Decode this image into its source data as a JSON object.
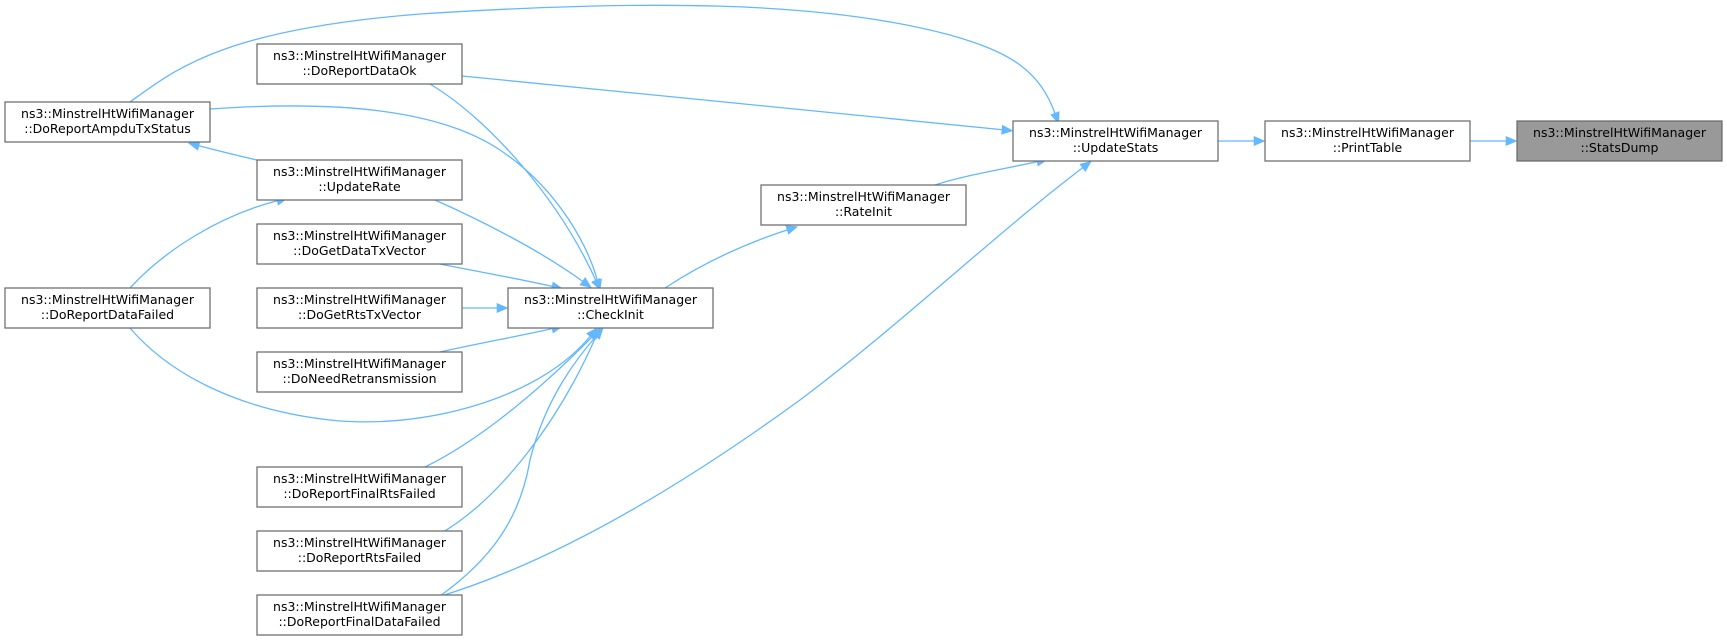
{
  "graph": {
    "nodes": [
      {
        "id": "statsdump",
        "line1": "ns3::MinstrelHtWifiManager",
        "line2": "::StatsDump",
        "highlight": true
      },
      {
        "id": "printtable",
        "line1": "ns3::MinstrelHtWifiManager",
        "line2": "::PrintTable"
      },
      {
        "id": "updatestats",
        "line1": "ns3::MinstrelHtWifiManager",
        "line2": "::UpdateStats"
      },
      {
        "id": "rateinit",
        "line1": "ns3::MinstrelHtWifiManager",
        "line2": "::RateInit"
      },
      {
        "id": "checkinit",
        "line1": "ns3::MinstrelHtWifiManager",
        "line2": "::CheckInit"
      },
      {
        "id": "doreportdataok",
        "line1": "ns3::MinstrelHtWifiManager",
        "line2": "::DoReportDataOk"
      },
      {
        "id": "updaterate",
        "line1": "ns3::MinstrelHtWifiManager",
        "line2": "::UpdateRate"
      },
      {
        "id": "dogetdatatxvector",
        "line1": "ns3::MinstrelHtWifiManager",
        "line2": "::DoGetDataTxVector"
      },
      {
        "id": "dogetrtstxvector",
        "line1": "ns3::MinstrelHtWifiManager",
        "line2": "::DoGetRtsTxVector"
      },
      {
        "id": "doneedretransmission",
        "line1": "ns3::MinstrelHtWifiManager",
        "line2": "::DoNeedRetransmission"
      },
      {
        "id": "doreportfinalrtsfailed",
        "line1": "ns3::MinstrelHtWifiManager",
        "line2": "::DoReportFinalRtsFailed"
      },
      {
        "id": "doreportrtsfailed",
        "line1": "ns3::MinstrelHtWifiManager",
        "line2": "::DoReportRtsFailed"
      },
      {
        "id": "doreportfinaldatafailed",
        "line1": "ns3::MinstrelHtWifiManager",
        "line2": "::DoReportFinalDataFailed"
      },
      {
        "id": "doreportampdutxstatus",
        "line1": "ns3::MinstrelHtWifiManager",
        "line2": "::DoReportAmpduTxStatus"
      },
      {
        "id": "doreportdatafailed",
        "line1": "ns3::MinstrelHtWifiManager",
        "line2": "::DoReportDataFailed"
      }
    ],
    "edges": [
      {
        "from": "printtable",
        "to": "statsdump"
      },
      {
        "from": "updatestats",
        "to": "printtable"
      },
      {
        "from": "rateinit",
        "to": "updatestats"
      },
      {
        "from": "doreportampdutxstatus",
        "to": "updatestats"
      },
      {
        "from": "doreportdataok",
        "to": "updatestats"
      },
      {
        "from": "doreportfinaldatafailed",
        "to": "updatestats"
      },
      {
        "from": "checkinit",
        "to": "rateinit"
      },
      {
        "from": "doreportampdutxstatus",
        "to": "checkinit"
      },
      {
        "from": "doreportdataok",
        "to": "checkinit"
      },
      {
        "from": "updaterate",
        "to": "checkinit"
      },
      {
        "from": "dogetdatatxvector",
        "to": "checkinit"
      },
      {
        "from": "dogetrtstxvector",
        "to": "checkinit"
      },
      {
        "from": "doneedretransmission",
        "to": "checkinit"
      },
      {
        "from": "doreportdatafailed",
        "to": "checkinit"
      },
      {
        "from": "doreportfinalrtsfailed",
        "to": "checkinit"
      },
      {
        "from": "doreportrtsfailed",
        "to": "checkinit"
      },
      {
        "from": "doreportfinaldatafailed",
        "to": "checkinit"
      },
      {
        "from": "updaterate",
        "to": "doreportampdutxstatus"
      },
      {
        "from": "doreportdatafailed",
        "to": "updaterate"
      }
    ]
  },
  "colors": {
    "edge": "#63b8ff",
    "node_border": "#666666",
    "highlight_fill": "#999999"
  }
}
